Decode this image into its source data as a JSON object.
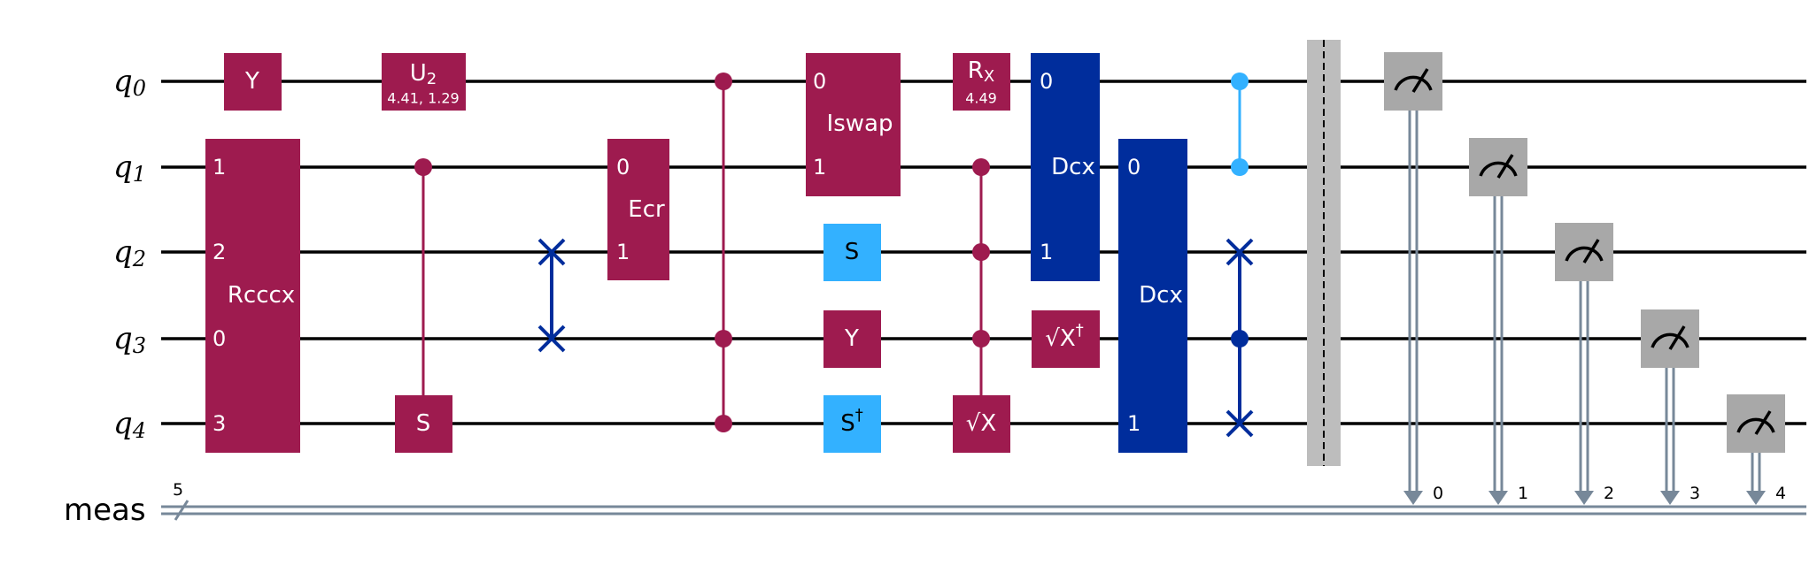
{
  "circuit": {
    "qubit_prefix": "q",
    "qubits": [
      "0",
      "1",
      "2",
      "3",
      "4"
    ],
    "classical_register": {
      "name": "meas",
      "size": "5"
    },
    "measure_bits": [
      "0",
      "1",
      "2",
      "3",
      "4"
    ],
    "colors": {
      "magenta": "#9E1B4F",
      "light_blue": "#33B1FF",
      "dark_blue": "#002D9C",
      "gray_gate": "#A8A8A8",
      "barrier": "#BDBDBD",
      "creg": "#778899"
    },
    "gates": {
      "y_q0": "Y",
      "rcccx": {
        "label": "Rcccx",
        "ports": [
          "1",
          "2",
          "0",
          "3"
        ]
      },
      "u2": {
        "label": "U",
        "sub": "2",
        "params": "4.41, 1.29"
      },
      "s_q4": "S",
      "ecr": {
        "label": "Ecr",
        "ports": [
          "0",
          "1"
        ]
      },
      "iswap": {
        "label": "Iswap",
        "ports": [
          "0",
          "1"
        ]
      },
      "s_q2": "S",
      "y_q3": "Y",
      "sdg": {
        "label": "S",
        "sup": "†"
      },
      "rx": {
        "label": "R",
        "sub": "X",
        "params": "4.49"
      },
      "sx": {
        "label": "√X"
      },
      "dcx1": {
        "label": "Dcx",
        "ports": [
          "0",
          "1"
        ]
      },
      "sxdg": {
        "label": "√X",
        "sup": "†"
      },
      "dcx2": {
        "label": "Dcx",
        "ports": [
          "0",
          "1"
        ]
      }
    }
  }
}
